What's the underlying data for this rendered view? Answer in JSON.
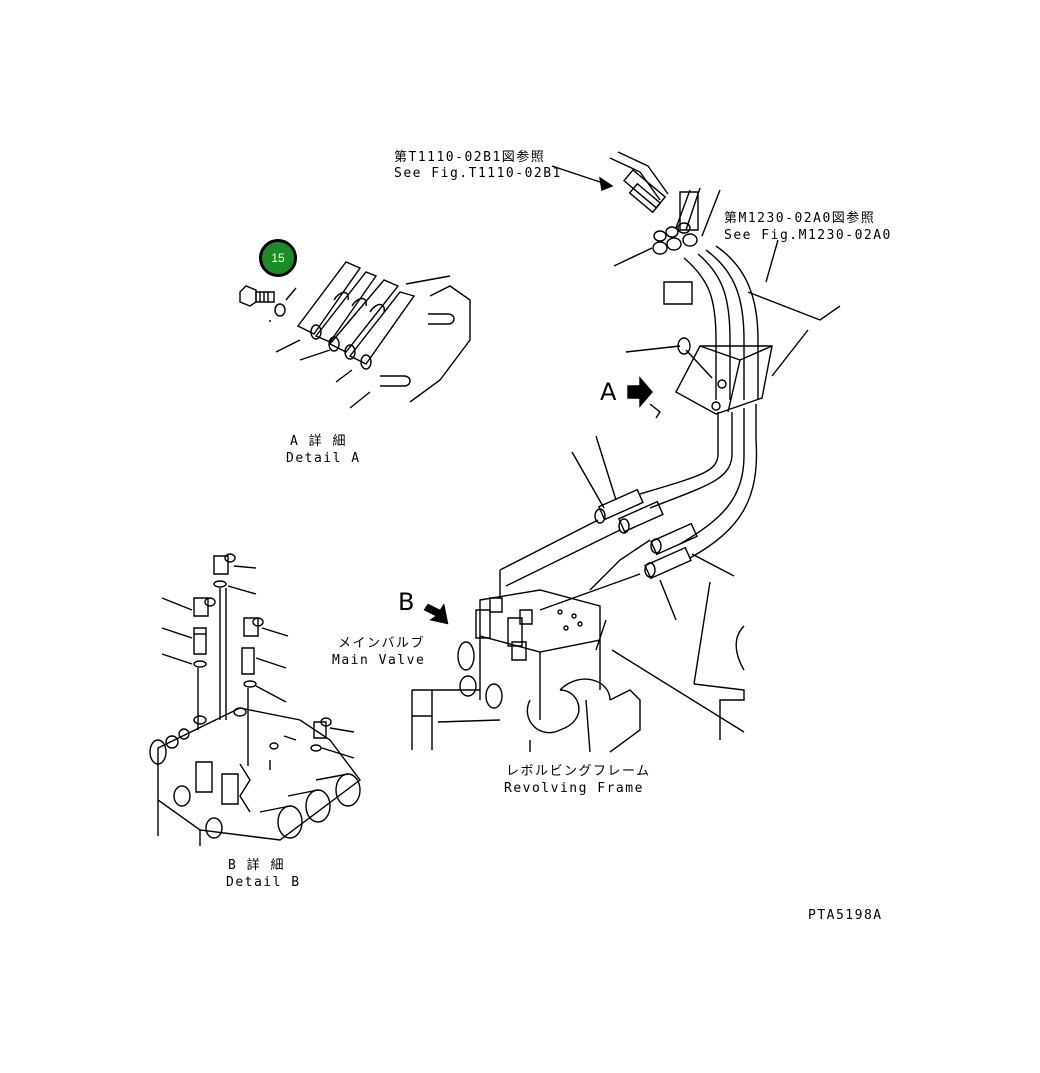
{
  "labels": {
    "ref_t1110_jp": "第T1110-02B1図参照",
    "ref_t1110_en": "See Fig.T1110-02B1",
    "ref_m1230_jp": "第M1230-02A0図参照",
    "ref_m1230_en": "See Fig.M1230-02A0",
    "detail_a_jp": "A 詳 細",
    "detail_a_en": "Detail A",
    "detail_b_jp": "B 詳 細",
    "detail_b_en": "Detail B",
    "main_valve_jp": "メインバルブ",
    "main_valve_en": "Main Valve",
    "revolving_frame_jp": "レボルビングフレーム",
    "revolving_frame_en": "Revolving Frame",
    "view_a": "A",
    "view_b": "B",
    "drawing_number": "PTA5198A"
  },
  "callout": {
    "number": "15",
    "color": "#1f8a2a"
  },
  "colors": {
    "line": "#000000",
    "background": "#ffffff"
  }
}
